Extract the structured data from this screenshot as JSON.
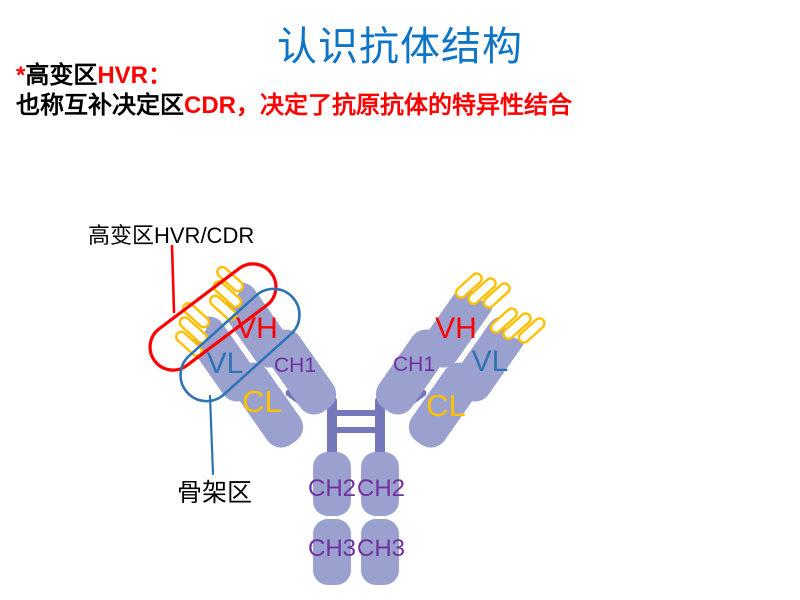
{
  "slide": {
    "title": "认识抗体结构",
    "title_color": "#0d74c6",
    "note_line1": [
      {
        "text": "*",
        "color": "#ff0000"
      },
      {
        "text": "高变区",
        "color": "#000000"
      },
      {
        "text": "HVR：",
        "color": "#ff0000"
      }
    ],
    "note_line2": [
      {
        "text": "也称互补决定区",
        "color": "#000000"
      },
      {
        "text": "CDR，决定了抗原抗体的特异性结合",
        "color": "#ff0000"
      }
    ]
  },
  "callouts": {
    "hvr": {
      "label": "高变区HVR/CDR",
      "text_color": "#000000",
      "color": "#ff0000"
    },
    "framework": {
      "label": "骨架区",
      "text_color": "#000000",
      "color": "#2e74b5"
    }
  },
  "antibody": {
    "domains": {
      "vh": {
        "label": "VH",
        "color": "#ff0000"
      },
      "vl": {
        "label": "VL",
        "color": "#2e74b5"
      },
      "ch1": {
        "label": "CH1",
        "color": "#7030a0"
      },
      "cl": {
        "label": "CL",
        "color": "#ffc000"
      },
      "ch2": {
        "label": "CH2",
        "color": "#7030a0"
      },
      "ch3": {
        "label": "CH3",
        "color": "#7030a0"
      }
    },
    "colors": {
      "segment": "#9aa1ce",
      "hinge": "#7478bb",
      "loops": "#ffc000"
    }
  }
}
